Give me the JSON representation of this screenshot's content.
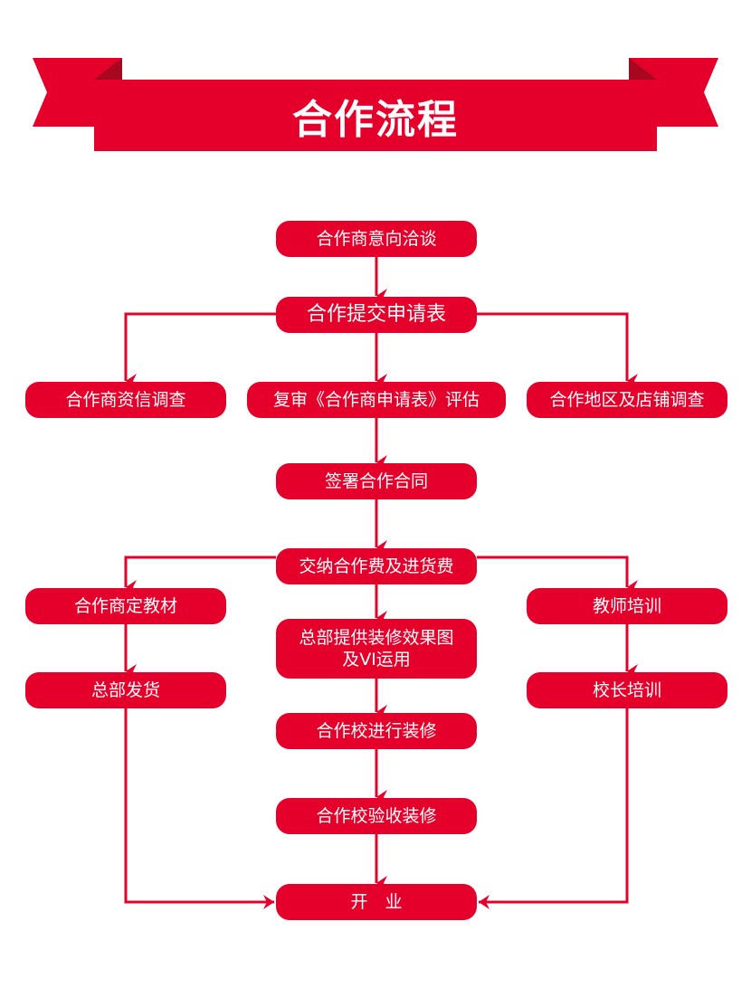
{
  "title": "合作流程",
  "colors": {
    "primary": "#e4002b",
    "fold": "#a8081f"
  },
  "steps": {
    "s1": "合作商意向洽谈",
    "s2": "合作提交申请表",
    "s3": "合作商资信调查",
    "s4": "复审《合作商申请表》评估",
    "s5": "合作地区及店铺调查",
    "s6": "签署合作合同",
    "s7": "交纳合作费及进货费",
    "s8": "合作商定教材",
    "s9": "总部发货",
    "s10a": "总部提供装修效果图",
    "s10b": "及VI运用",
    "s11": "教师培训",
    "s12": "校长培训",
    "s13": "合作校进行装修",
    "s14": "合作校验收装修",
    "s15": "开　业"
  }
}
